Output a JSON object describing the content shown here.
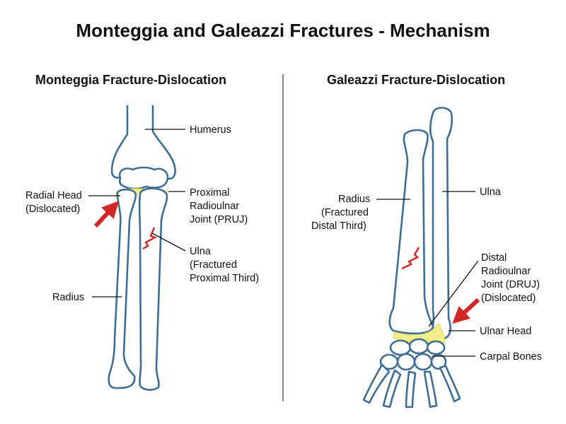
{
  "title": "Monteggia and Galeazzi Fractures - Mechanism",
  "left_panel": {
    "heading": "Monteggia Fracture-Dislocation",
    "labels": {
      "humerus": "Humerus",
      "radial_head_1": "Radial Head",
      "radial_head_2": "(Dislocated)",
      "pruj_1": "Proximal",
      "pruj_2": "Radioulnar",
      "pruj_3": "Joint (PRUJ)",
      "ulna_1": "Ulna",
      "ulna_2": "(Fractured",
      "ulna_3": "Proximal Third)",
      "radius": "Radius"
    }
  },
  "right_panel": {
    "heading": "Galeazzi Fracture-Dislocation",
    "labels": {
      "radius_1": "Radius",
      "radius_2": "(Fractured",
      "radius_3": "Distal Third)",
      "ulna": "Ulna",
      "druj_1": "Distal",
      "druj_2": "Radioulnar",
      "druj_3": "Joint (DRUJ)",
      "druj_4": "(Dislocated)",
      "ulnar_head": "Ulnar Head",
      "carpal_bones": "Carpal Bones"
    }
  },
  "colors": {
    "bone_outline": "#3f6c93",
    "fracture": "#d32626",
    "arrow": "#d32626",
    "joint_highlight": "#f4ee8a"
  }
}
